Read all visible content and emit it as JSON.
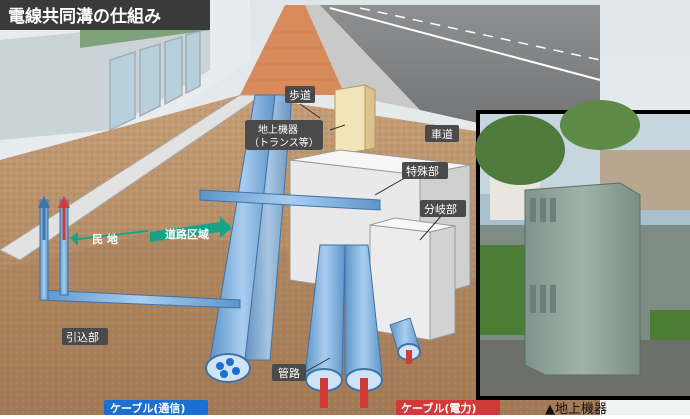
{
  "title": "電線共同溝の仕組み",
  "labels": {
    "sidewalk": "歩道",
    "ground_equipment_line1": "地上機器",
    "ground_equipment_line2": "（トランス等）",
    "roadway": "車道",
    "special_part": "特殊部",
    "branch_part": "分岐部",
    "private_land": "民 地",
    "road_area": "道路区域",
    "lead_in": "引込部",
    "conduit": "管路",
    "cable_comm": "ケーブル(通信)",
    "cable_power": "ケーブル(電力)",
    "photo_caption": "▲地上機器"
  },
  "colors": {
    "title_bg": "#3a3a3a",
    "label_bg": "#4a4a4a",
    "pipe_blue": "#7fb3e0",
    "soil": "#b08a63",
    "cable_comm": "#1a6fd0",
    "cable_power": "#d23a3a",
    "arrow_teal": "#17a38a"
  }
}
